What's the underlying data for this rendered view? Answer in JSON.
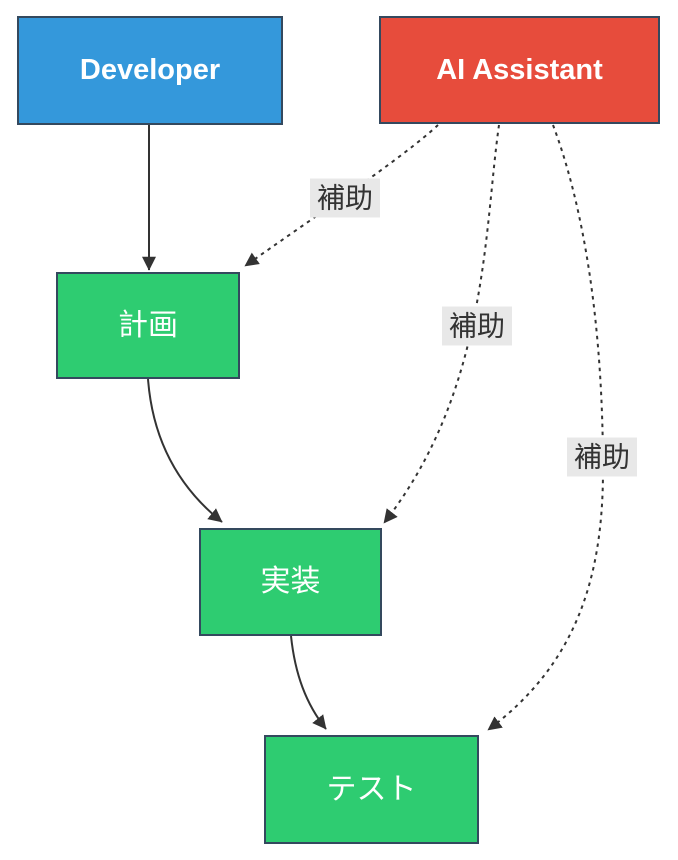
{
  "diagram": {
    "type": "flowchart",
    "nodes": [
      {
        "id": "developer",
        "label": "Developer",
        "fill": "#3498db",
        "shape": "rect"
      },
      {
        "id": "ai_assistant",
        "label": "AI Assistant",
        "fill": "#e74c3c",
        "shape": "rect"
      },
      {
        "id": "plan",
        "label": "計画",
        "fill": "#2ecc71",
        "shape": "rect"
      },
      {
        "id": "implementation",
        "label": "実装",
        "fill": "#2ecc71",
        "shape": "rect"
      },
      {
        "id": "test",
        "label": "テスト",
        "fill": "#2ecc71",
        "shape": "rect"
      }
    ],
    "edges": [
      {
        "from": "developer",
        "to": "plan",
        "style": "solid",
        "label": ""
      },
      {
        "from": "plan",
        "to": "implementation",
        "style": "solid",
        "label": ""
      },
      {
        "from": "implementation",
        "to": "test",
        "style": "solid",
        "label": ""
      },
      {
        "from": "ai_assistant",
        "to": "plan",
        "style": "dotted",
        "label": "補助"
      },
      {
        "from": "ai_assistant",
        "to": "implementation",
        "style": "dotted",
        "label": "補助"
      },
      {
        "from": "ai_assistant",
        "to": "test",
        "style": "dotted",
        "label": "補助"
      }
    ],
    "colors": {
      "canvas_bg": "#ffffff",
      "fill_developer": "#3498db",
      "fill_ai_assistant": "#e74c3c",
      "fill_process": "#2ecc71",
      "node_stroke": "#34495e",
      "node_text": "#ffffff",
      "arrow_color": "#333333",
      "label_bg": "#e8e8e8",
      "label_text": "#333333"
    }
  }
}
